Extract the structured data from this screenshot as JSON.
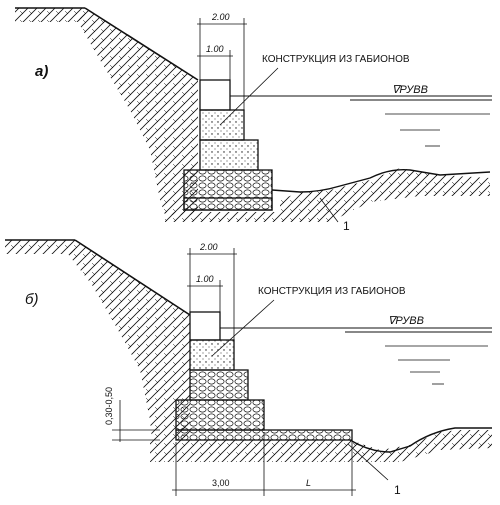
{
  "panel_a": {
    "label": "а)",
    "dim_top": "2.00",
    "dim_inner": "1.00",
    "construction_label": "КОНСТРУКЦИЯ ИЗ ГАБИОНОВ",
    "water_level": "∇РУВВ",
    "callout": "1"
  },
  "panel_b": {
    "label": "б)",
    "dim_top": "2.00",
    "dim_inner": "1.00",
    "construction_label": "КОНСТРУКЦИЯ ИЗ ГАБИОНОВ",
    "water_level": "∇РУВВ",
    "callout": "1",
    "dim_vertical": "0,30-0,50",
    "dim_bottom_left": "3,00",
    "dim_bottom_right": "L"
  },
  "colors": {
    "ink": "#111111",
    "paper": "#ffffff"
  }
}
